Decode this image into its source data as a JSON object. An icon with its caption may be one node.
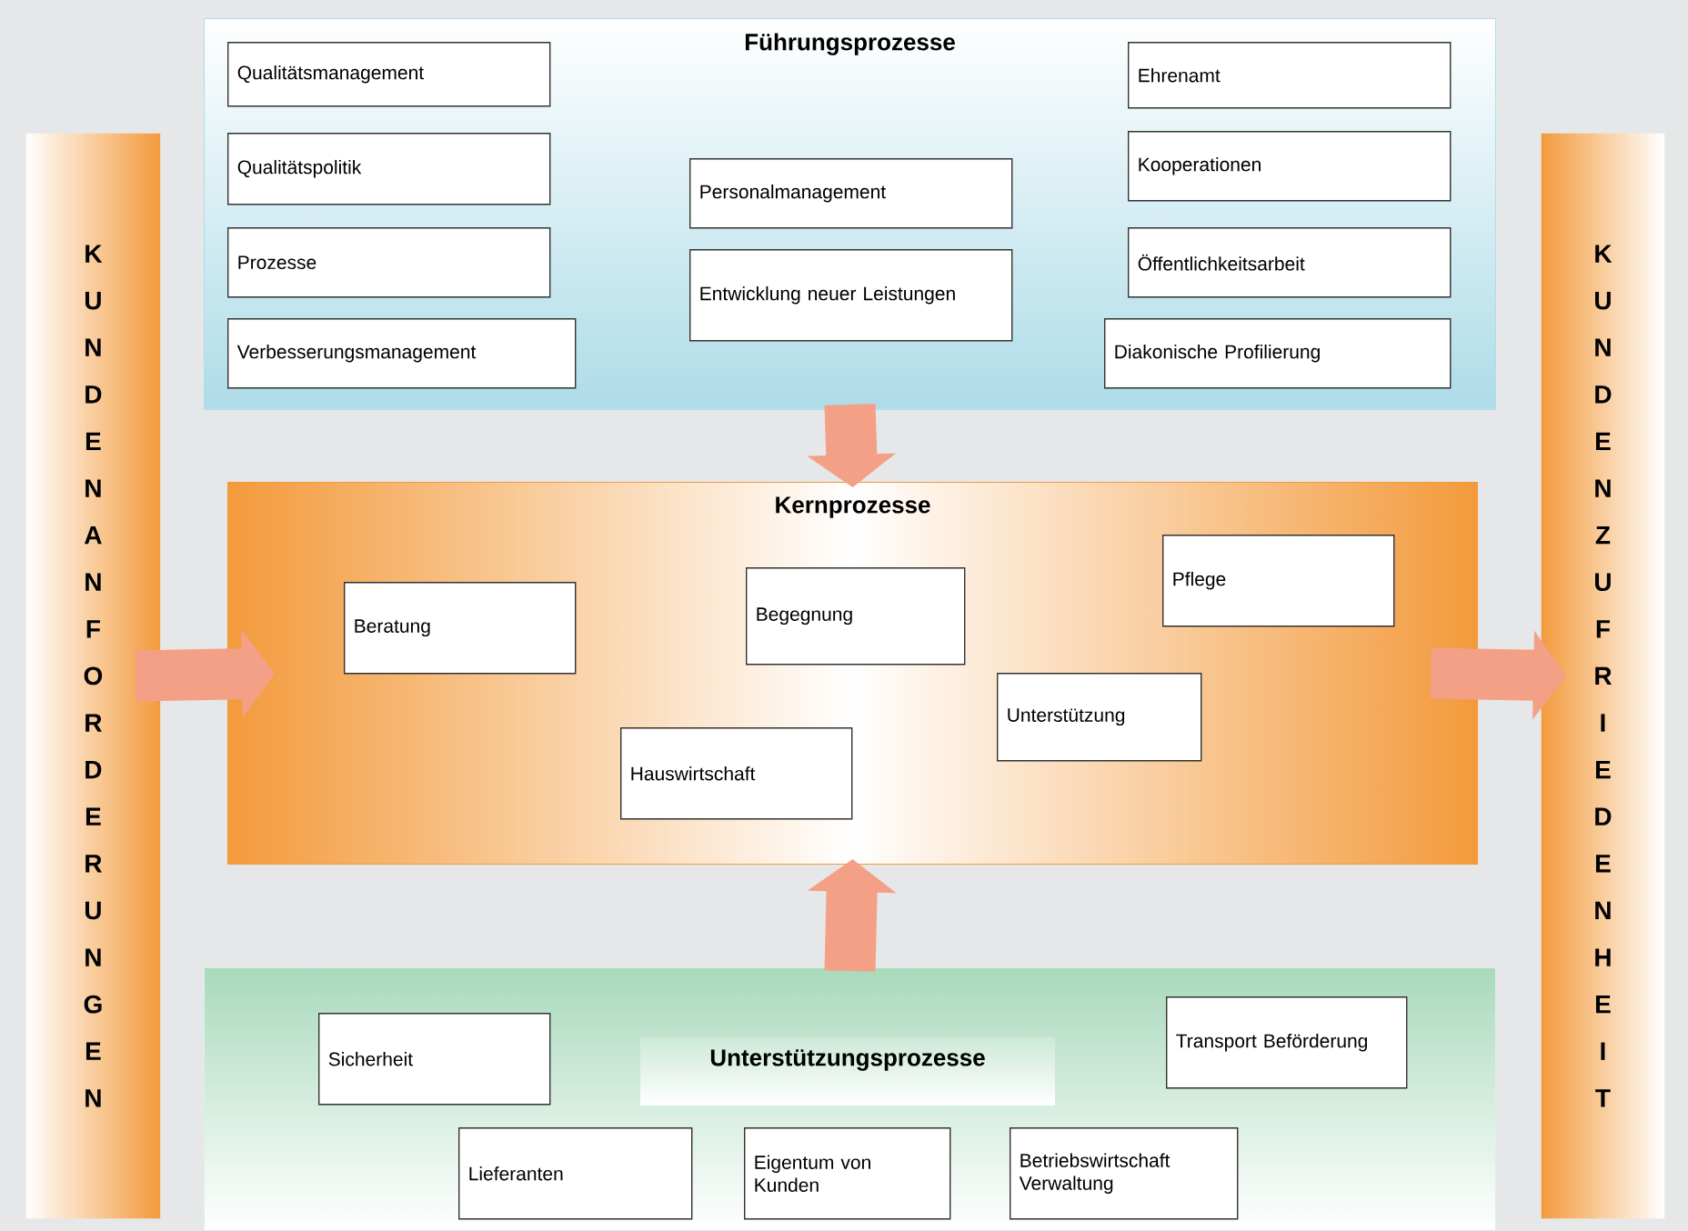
{
  "diagram": {
    "nodes": [
      {
        "text": [
          "KUNDENANFORDERUNGEN"
        ]
      },
      {
        "text": [
          "Führungsprozesse"
        ]
      },
      {
        "text": [
          "Qualitätsmanagement"
        ],
        "in": 1
      },
      {
        "text": [
          "Qualitätspolitik"
        ],
        "in": 1
      },
      {
        "text": [
          "Prozesse"
        ],
        "in": 1
      },
      {
        "text": [
          "Verbesserungsmanagement"
        ],
        "in": 1
      },
      {
        "text": [
          "Personalmanagement"
        ],
        "in": 1
      },
      {
        "text": [
          "Entwicklung neuer Leistungen"
        ],
        "in": 1
      },
      {
        "text": [
          "Ehrenamt"
        ],
        "in": 1
      },
      {
        "text": [
          "Kooperationen"
        ],
        "in": 1
      },
      {
        "text": [
          "Öffentlichkeitsarbeit"
        ],
        "in": 1
      },
      {
        "text": [
          "Diakonische Profilierung"
        ],
        "in": 1
      },
      {
        "text": [
          "Kernprozesse"
        ]
      },
      {
        "text": [
          "Beratung"
        ],
        "in": 12
      },
      {
        "text": [
          "Begegnung"
        ],
        "in": 12
      },
      {
        "text": [
          "Pflege"
        ],
        "in": 12
      },
      {
        "text": [
          "Unterstützung"
        ],
        "in": 12
      },
      {
        "text": [
          "Hauswirtschaft"
        ],
        "in": 12
      },
      {
        "text": [
          "Unterstützungsprozesse"
        ]
      },
      {
        "text": [
          "Sicherheit"
        ],
        "in": 18
      },
      {
        "text": [
          "Transport Beförderung"
        ],
        "in": 18
      },
      {
        "text": [
          "Lieferanten"
        ],
        "in": 18
      },
      {
        "text": [
          "Eigentum von Kunden"
        ],
        "in": 18
      },
      {
        "text": [
          "Betriebswirtschaft Verwaltung"
        ],
        "in": 18
      },
      {
        "text": [
          "KUNDENZUFRIEDENHEIT"
        ]
      }
    ],
    "edges": [
      {
        "from": 1,
        "to": 12,
        "arrow": "to"
      },
      {
        "from": 18,
        "to": 12,
        "arrow": "to"
      },
      {
        "from": 0,
        "to": 12,
        "arrow": "to"
      },
      {
        "from": 12,
        "to": 24,
        "arrow": "to"
      }
    ]
  }
}
